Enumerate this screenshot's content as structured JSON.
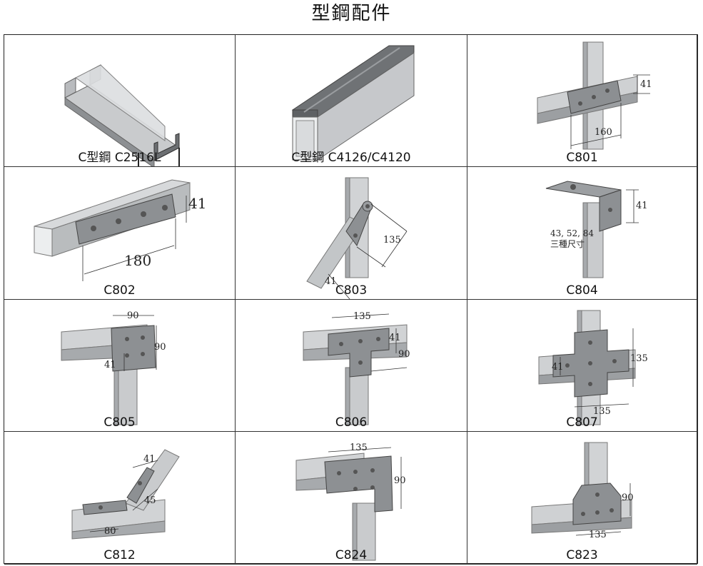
{
  "page": {
    "title": "型鋼配件"
  },
  "cells": [
    {
      "label": "C型鋼 C2516L"
    },
    {
      "label": "C型鋼  C4126/C4120"
    },
    {
      "label": "C801",
      "dims": [
        "41",
        "160"
      ]
    },
    {
      "label": "C802",
      "dims": [
        "41",
        "180"
      ]
    },
    {
      "label": "C803",
      "dims": [
        "135",
        "41"
      ]
    },
    {
      "label": "C804",
      "dims": [
        "41"
      ],
      "notes": [
        "43, 52, 84",
        "三種尺寸"
      ]
    },
    {
      "label": "C805",
      "dims": [
        "90",
        "90",
        "41"
      ]
    },
    {
      "label": "C806",
      "dims": [
        "135",
        "41",
        "90"
      ]
    },
    {
      "label": "C807",
      "dims": [
        "41",
        "135",
        "135"
      ]
    },
    {
      "label": "C812",
      "dims": [
        "41",
        "45",
        "80"
      ]
    },
    {
      "label": "C824",
      "dims": [
        "135",
        "90"
      ]
    },
    {
      "label": "C823",
      "dims": [
        "90",
        "135"
      ]
    }
  ],
  "colors": {
    "steel_light": "#d4d6d8",
    "steel_mid": "#a9acaf",
    "steel_dark": "#7d8083",
    "plate": "#8f9295"
  }
}
